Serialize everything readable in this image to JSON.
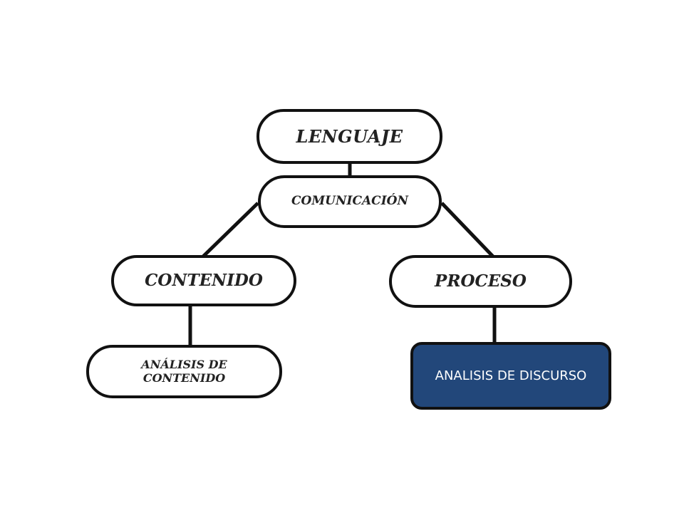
{
  "diagram": {
    "nodes": {
      "lenguaje": "LENGUAJE",
      "comunicacion": "COMUNICACIÓN",
      "contenido": "CONTENIDO",
      "proceso": "PROCESO",
      "analisis_contenido": "ANÁLISIS DE\nCONTENIDO",
      "analisis_discurso": "ANALISIS DE DISCURSO"
    },
    "edges": [
      {
        "from": "lenguaje",
        "to": "comunicacion"
      },
      {
        "from": "comunicacion",
        "to": "contenido"
      },
      {
        "from": "comunicacion",
        "to": "proceso"
      },
      {
        "from": "contenido",
        "to": "analisis_contenido"
      },
      {
        "from": "proceso",
        "to": "analisis_discurso"
      }
    ],
    "colors": {
      "line": "#111111",
      "highlight_box": "#22477a",
      "highlight_text": "#ffffff"
    }
  }
}
